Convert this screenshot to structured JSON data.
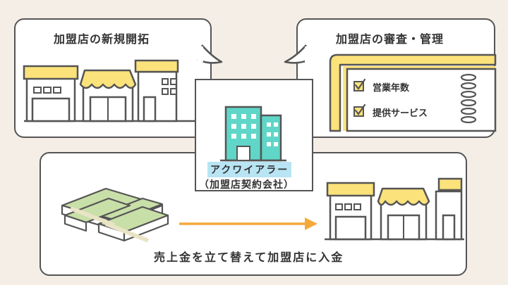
{
  "panels": {
    "development": {
      "title": "加盟店の新規開拓"
    },
    "screening": {
      "title": "加盟店の審査・管理",
      "checklist": [
        {
          "label": "営業年数"
        },
        {
          "label": "提供サービス"
        }
      ]
    },
    "payment": {
      "caption": "売上金を立て替えて加盟店に入金"
    }
  },
  "center": {
    "company_name": "アクワイアラー",
    "company_role": "（加盟店契約会社）"
  },
  "colors": {
    "awning_yellow": "#fbe27a",
    "building_teal": "#5fd6c8",
    "arrow_orange": "#f4a93a",
    "money_green": "#c9dfa8",
    "label_blue": "#b8e4f4",
    "outline": "#555555"
  }
}
